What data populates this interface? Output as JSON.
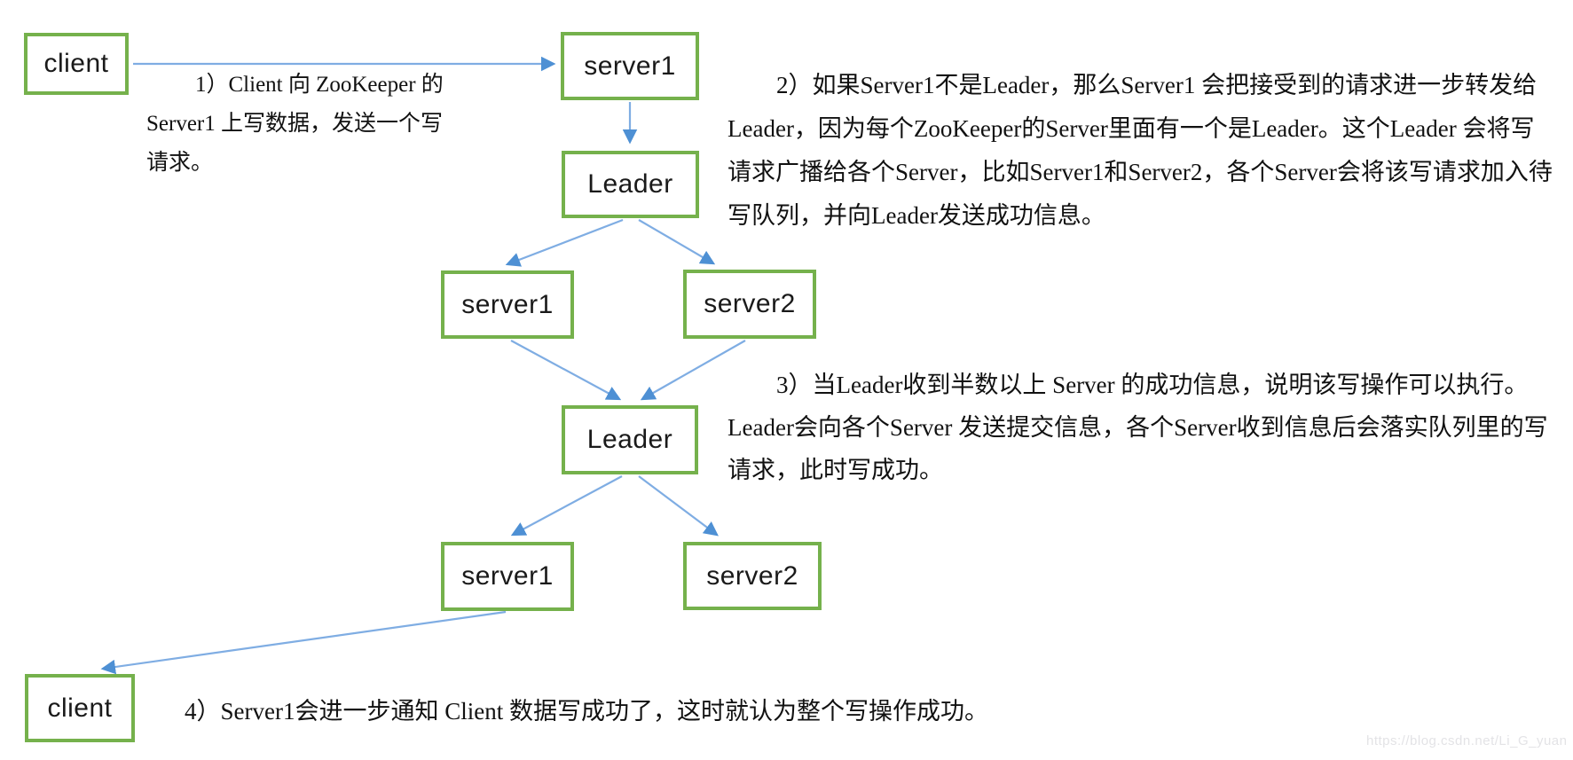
{
  "nodes": {
    "client_top": "client",
    "server1_top": "server1",
    "leader_1": "Leader",
    "server1_mid": "server1",
    "server2_mid": "server2",
    "leader_2": "Leader",
    "server1_bottom": "server1",
    "server2_bottom": "server2",
    "client_bottom": "client"
  },
  "edges": [
    {
      "from": "client-top",
      "to": "server1-top"
    },
    {
      "from": "server1-top",
      "to": "leader-1"
    },
    {
      "from": "leader-1",
      "to": "server1-mid"
    },
    {
      "from": "leader-1",
      "to": "server2-mid"
    },
    {
      "from": "server1-mid",
      "to": "leader-2"
    },
    {
      "from": "server2-mid",
      "to": "leader-2"
    },
    {
      "from": "leader-2",
      "to": "server1-bottom"
    },
    {
      "from": "leader-2",
      "to": "server2-bottom"
    },
    {
      "from": "server1-bottom",
      "to": "client-bottom"
    }
  ],
  "steps": {
    "step1": {
      "lines": [
        "1）Client 向 ZooKeeper 的",
        "Server1 上写数据，发送一个写",
        "请求。"
      ]
    },
    "step2": {
      "lines": [
        "2）如果Server1不是Leader，那么Server1 会把接受到的请求进一步转发给",
        "Leader，因为每个ZooKeeper的Server里面有一个是Leader。这个Leader 会将写",
        "请求广播给各个Server，比如Server1和Server2，各个Server会将该写请求加入待",
        "写队列，并向Leader发送成功信息。"
      ]
    },
    "step3": {
      "lines": [
        "3）当Leader收到半数以上 Server 的成功信息，说明该写操作可以执行。",
        "Leader会向各个Server 发送提交信息，各个Server收到信息后会落实队列里的写",
        "请求，此时写成功。"
      ]
    },
    "step4": {
      "lines": [
        "4）Server1会进一步通知 Client 数据写成功了，这时就认为整个写操作成功。"
      ]
    }
  },
  "watermark": "https://blog.csdn.net/Li_G_yuan",
  "colors": {
    "box_border": "#75B14C",
    "arrow": "#7FADE3",
    "arrow_head": "#4E90D4"
  }
}
